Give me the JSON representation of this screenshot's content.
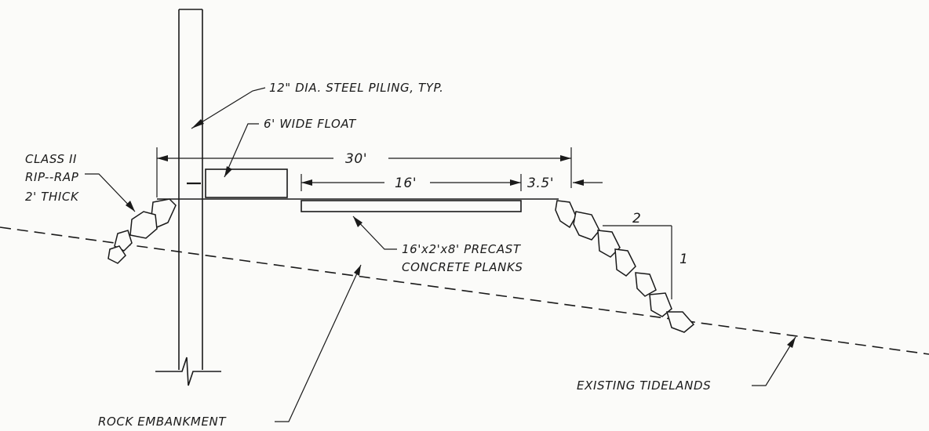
{
  "labels": {
    "piling": "12\" DIA. STEEL PILING, TYP.",
    "float": "6' WIDE FLOAT",
    "riprap_line1": "CLASS II",
    "riprap_line2": "RIP--RAP",
    "riprap_line3": "2' THICK",
    "planks_line1": "16'x2'x8' PRECAST",
    "planks_line2": "CONCRETE PLANKS",
    "embankment": "ROCK EMBANKMENT",
    "tidelands": "EXISTING TIDELANDS"
  },
  "dimensions": {
    "overall": "30'",
    "planks": "16'",
    "gap": "3.5'"
  },
  "slope": {
    "run": "2",
    "rise": "1"
  }
}
